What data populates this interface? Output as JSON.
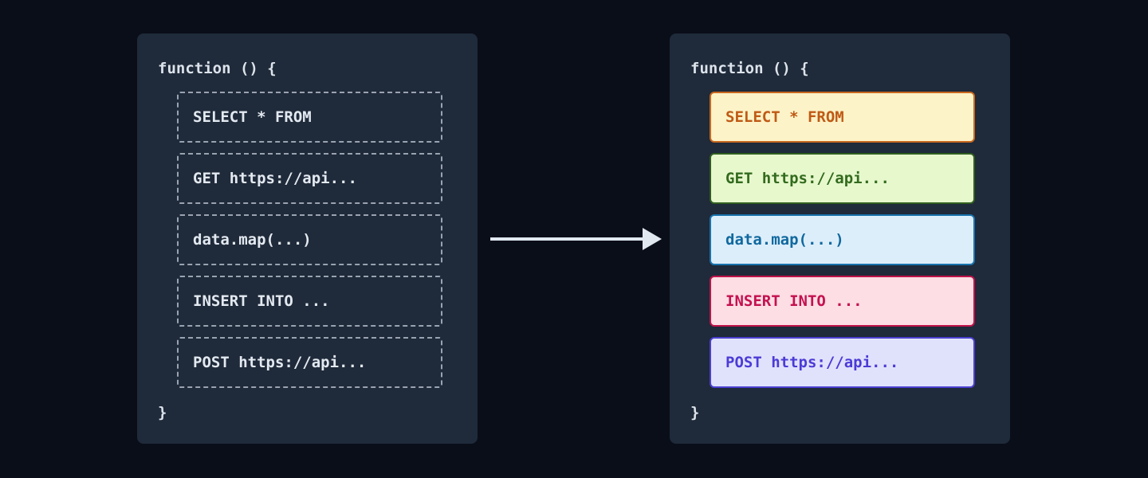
{
  "palette": {
    "page_background": "#0a0e19",
    "panel_background": "#1f2a3a",
    "code_text": "#dce3eb",
    "dashed_border": "#9aa3b0"
  },
  "arrow": {
    "color": "#e2e8f0"
  },
  "panels": {
    "before": {
      "header": "function () {",
      "footer": "}",
      "items": [
        {
          "label": "SELECT * FROM"
        },
        {
          "label": "GET https://api..."
        },
        {
          "label": "data.map(...)"
        },
        {
          "label": "INSERT INTO ..."
        },
        {
          "label": "POST https://api..."
        }
      ]
    },
    "after": {
      "header": "function () {",
      "footer": "}",
      "items": [
        {
          "label": "SELECT * FROM",
          "bg": "#fdf3c8",
          "border": "#c8681e",
          "color": "#bf5a15"
        },
        {
          "label": "GET https://api...",
          "bg": "#e7f8cd",
          "border": "#2f5e1f",
          "color": "#336b1e"
        },
        {
          "label": "data.map(...)",
          "bg": "#ddeefb",
          "border": "#1873ad",
          "color": "#10699f"
        },
        {
          "label": "INSERT INTO ...",
          "bg": "#fcdee4",
          "border": "#bf1249",
          "color": "#c41150"
        },
        {
          "label": "POST https://api...",
          "bg": "#e0e2fc",
          "border": "#4a3fd0",
          "color": "#4c3bd6"
        }
      ]
    }
  }
}
